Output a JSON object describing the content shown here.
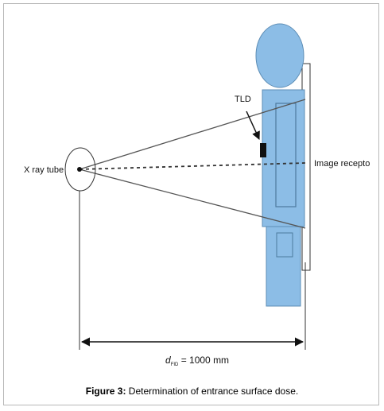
{
  "diagram": {
    "labels": {
      "source": "X ray tube",
      "dosimeter": "TLD",
      "receptor": "Image recepto",
      "distance_symbol": "d",
      "distance_subscript": "FID",
      "distance_value": " = 1000 mm"
    },
    "colors": {
      "phantom": "#8cbde6",
      "phantom_edge": "#5d8db5",
      "line": "#555555"
    }
  },
  "caption": {
    "label": "Figure 3:",
    "text": " Determination of entrance surface dose."
  }
}
